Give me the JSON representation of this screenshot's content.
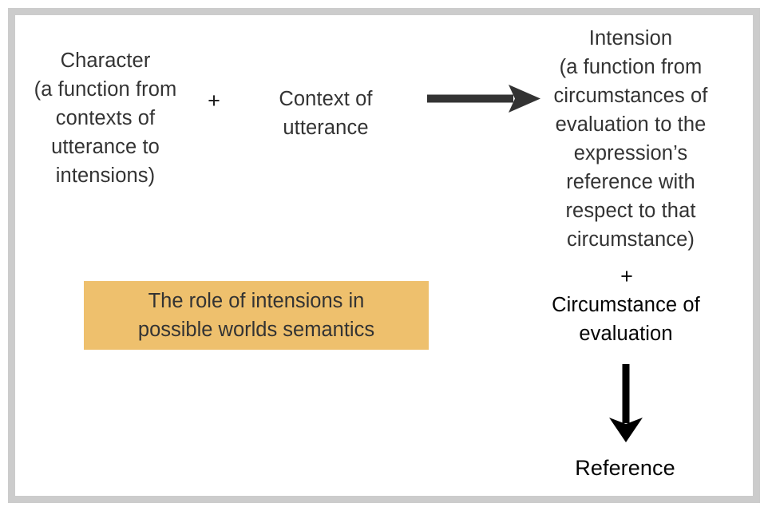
{
  "diagram": {
    "title": "The role of intensions in possible worlds semantics",
    "frame": {
      "border_color": "#cccccc",
      "background": "#ffffff"
    },
    "nodes": {
      "character": {
        "label": "Character\n(a function from\ncontexts of\nutterance to\nintensions)"
      },
      "operator_plus_1": {
        "label": "+"
      },
      "context": {
        "label": "Context of\nutterance"
      },
      "intension": {
        "label": "Intension\n(a function from\ncircumstances of\nevaluation to the\nexpression’s\nreference with\nrespect to that\ncircumstance)"
      },
      "operator_plus_2": {
        "label": "+"
      },
      "circumstance": {
        "label": "Circumstance of\nevaluation"
      },
      "reference": {
        "label": "Reference"
      }
    },
    "caption": {
      "text": "The role of intensions in\npossible worlds semantics",
      "background_color": "#eec06d",
      "text_color": "#333333"
    },
    "arrows": {
      "right": {
        "direction": "right",
        "color": "#333333",
        "from": "character + context",
        "to": "intension"
      },
      "down": {
        "direction": "down",
        "color": "#000000",
        "from": "intension + circumstance",
        "to": "reference"
      }
    },
    "text_color": "#333333",
    "text_color_black": "#050505"
  }
}
